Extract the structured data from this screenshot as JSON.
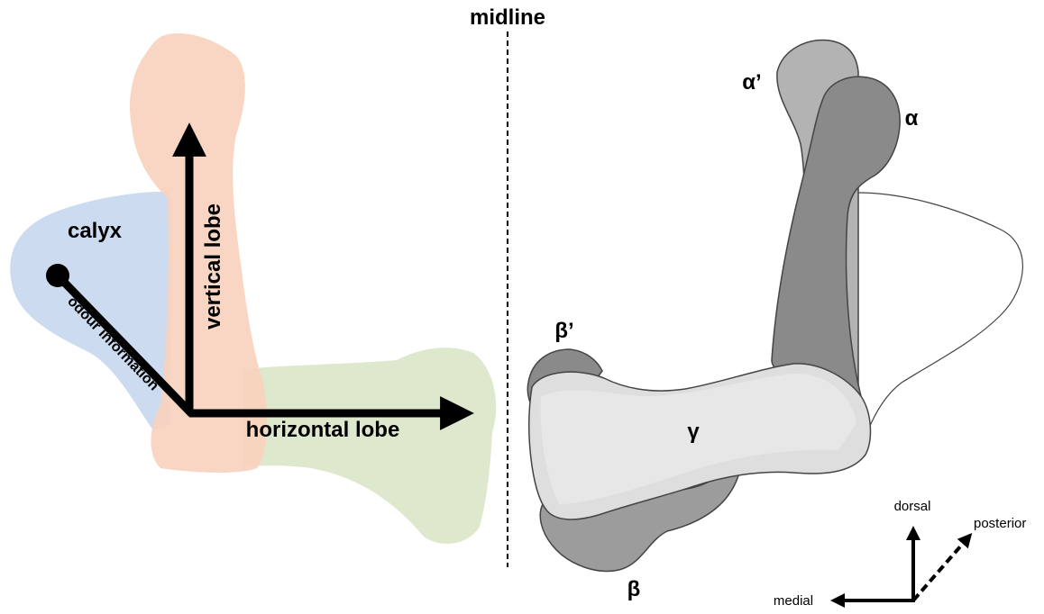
{
  "diagram": {
    "midline_label": "midline",
    "schematic": {
      "calyx_label": "calyx",
      "vertical_lobe_label": "vertical lobe",
      "horizontal_lobe_label": "horizontal lobe",
      "odour_label": "odour information",
      "colors": {
        "calyx": "#c9d9ee",
        "peduncle_vertical": "#f8d2bd",
        "horizontal": "#dbe7c9",
        "arrow": "#000000"
      }
    },
    "lobes": {
      "alpha_prime": "α’",
      "alpha": "α",
      "beta_prime": "β’",
      "beta": "β",
      "gamma": "γ",
      "colors": {
        "alpha_prime": "#b3b3b3",
        "alpha": "#8a8a8a",
        "beta_prime": "#8a8a8a",
        "beta": "#9c9c9c",
        "gamma": "#dedede",
        "back_lobe": "#ffffff",
        "outline": "#444444"
      }
    },
    "axes": {
      "dorsal": "dorsal",
      "posterior": "posterior",
      "medial": "medial"
    }
  }
}
